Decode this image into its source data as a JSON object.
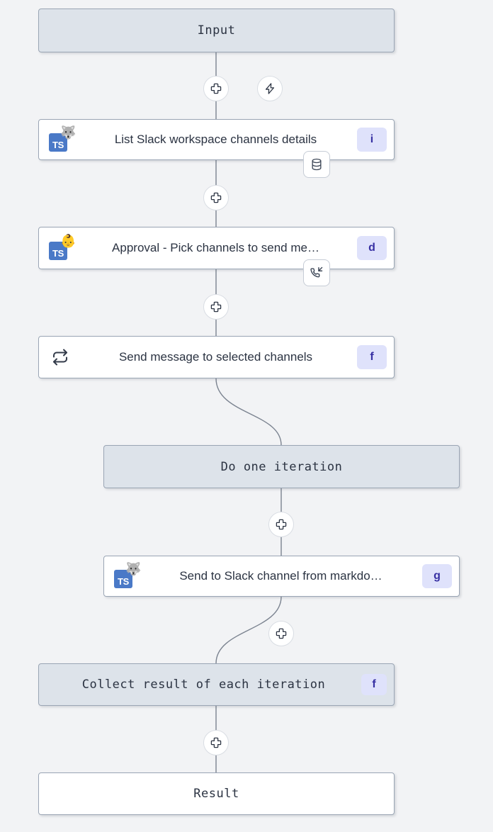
{
  "canvas": {
    "background": "#f2f3f5",
    "node_fill_terminal": "#dde3ea",
    "node_fill_step": "#ffffff",
    "node_border": "#9aa5b4",
    "badge_bg": "#dfe2fb",
    "badge_fg": "#3730a3",
    "ts_icon_bg": "#4a79c7",
    "edge_color": "#7b8390"
  },
  "nodes": {
    "input": {
      "label": "Input",
      "kind": "terminal"
    },
    "list_channels": {
      "label": "List Slack workspace channels details",
      "badge": "i",
      "lang_icon": "typescript-icon",
      "lang_label": "TS",
      "emoji": "🐺",
      "chip_icon": "database-icon"
    },
    "approval": {
      "label": "Approval - Pick channels to send me…",
      "badge": "d",
      "lang_icon": "typescript-icon",
      "lang_label": "TS",
      "emoji": "👶",
      "chip_icon": "phone-incoming-icon"
    },
    "forloop": {
      "label": "Send message to selected channels",
      "badge": "f",
      "icon": "repeat-icon"
    },
    "do_one_iteration": {
      "label": "Do one iteration",
      "kind": "terminal"
    },
    "send_to_slack": {
      "label": "Send to Slack channel from markdo…",
      "badge": "g",
      "lang_icon": "typescript-icon",
      "lang_label": "TS",
      "emoji": "🐺"
    },
    "collect": {
      "label": "Collect result of each iteration",
      "badge": "f"
    },
    "result": {
      "label": "Result",
      "kind": "terminal-white"
    }
  },
  "connectors": [
    {
      "name": "add-step-after-input",
      "icon": "plus-icon"
    },
    {
      "name": "add-trigger-after-input",
      "icon": "lightning-icon"
    },
    {
      "name": "add-step-after-list-channels",
      "icon": "plus-icon"
    },
    {
      "name": "add-step-after-approval",
      "icon": "plus-icon"
    },
    {
      "name": "add-step-in-loop",
      "icon": "plus-icon"
    },
    {
      "name": "add-step-after-send-to-slack",
      "icon": "plus-icon"
    },
    {
      "name": "add-step-after-collect",
      "icon": "plus-icon"
    }
  ]
}
